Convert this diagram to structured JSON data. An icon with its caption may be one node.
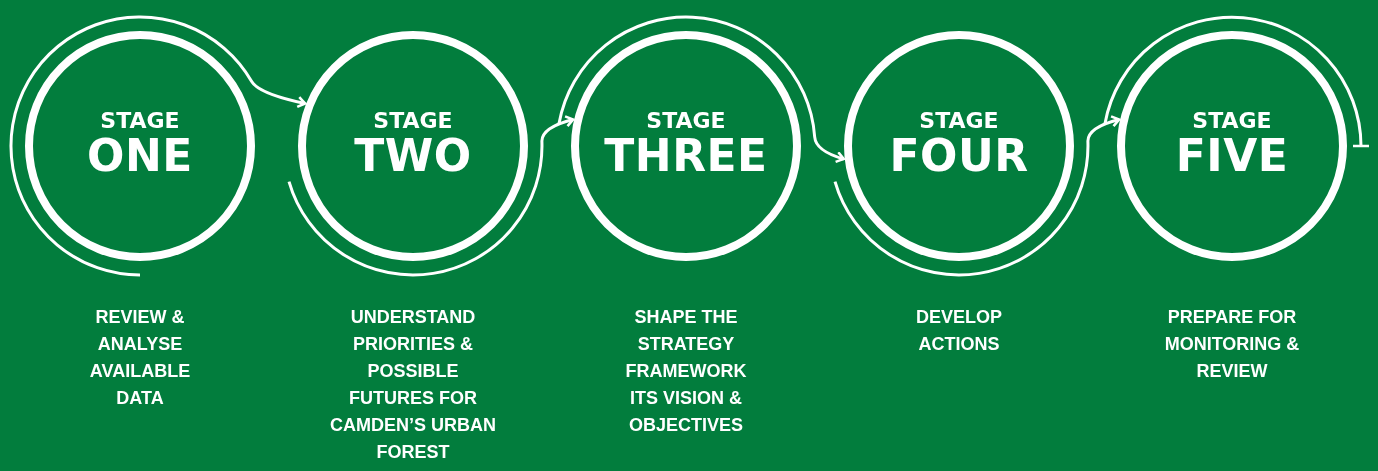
{
  "diagram": {
    "nodes": [
      {
        "text": [
          "STAGE",
          "ONE"
        ],
        "beside": [
          "REVIEW & ANALYSE AVAILABLE DATA"
        ]
      },
      {
        "text": [
          "STAGE",
          "TWO"
        ],
        "beside": [
          "UNDERSTAND PRIORITIES & POSSIBLE FUTURES FOR CAMDEN’S URBAN FOREST"
        ]
      },
      {
        "text": [
          "STAGE",
          "THREE"
        ],
        "beside": [
          "SHAPE THE STRATEGY FRAMEWORK ITS VISION & OBJECTIVES"
        ]
      },
      {
        "text": [
          "STAGE",
          "FOUR"
        ],
        "beside": [
          "DEVELOP ACTIONS"
        ]
      },
      {
        "text": [
          "STAGE",
          "FIVE"
        ],
        "beside": [
          "PREPARE FOR MONITORING & REVIEW"
        ]
      }
    ],
    "edges": [
      {
        "from": 0,
        "to": 1,
        "arrow": "to"
      },
      {
        "from": 1,
        "to": 2,
        "arrow": "to"
      },
      {
        "from": 2,
        "to": 3,
        "arrow": "to"
      },
      {
        "from": 3,
        "to": 4,
        "arrow": "to"
      },
      {
        "from": 4,
        "to": null,
        "arrow": "other"
      }
    ]
  }
}
